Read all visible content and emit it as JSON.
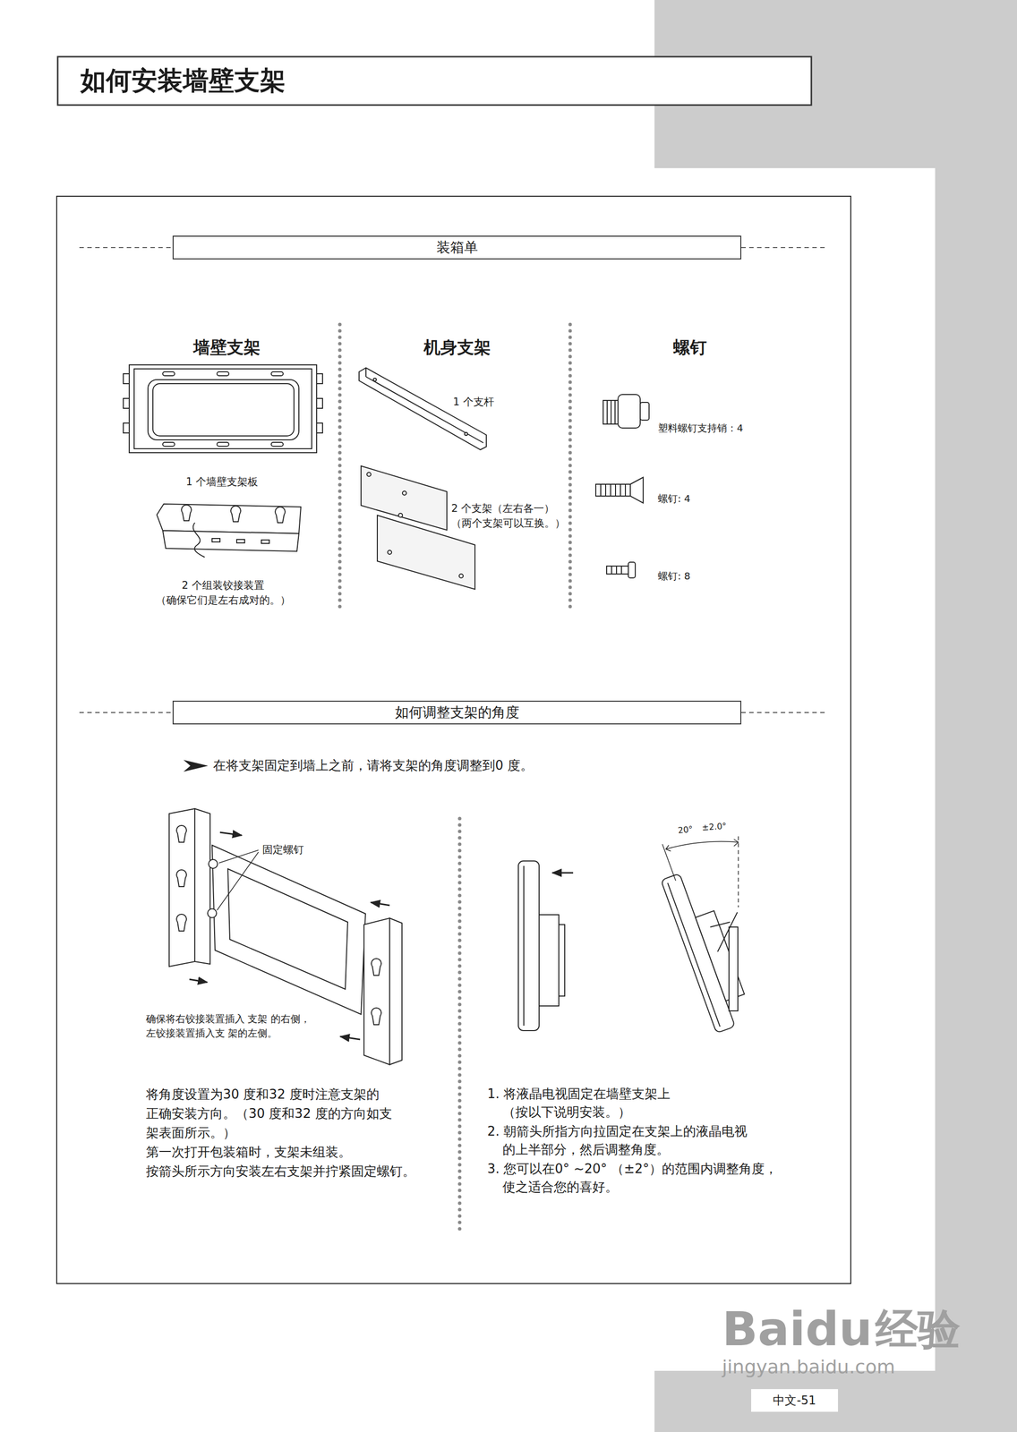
{
  "diagram": {
    "title": "如何安装墙壁支架",
    "nodes": [
      {
        "text": [
          "装箱单"
        ]
      },
      {
        "text": [
          "如何调整支架的角度"
        ]
      },
      {
        "text": [
          "中文-51"
        ]
      }
    ],
    "labels": [
      "墙壁支架",
      "机身支架",
      "螺钉",
      "1 个墙壁支架板",
      "2 个组装铰接装置 （确保它们是左右成对的。）",
      "1 个支杆",
      "2 个支架（左右各一） （两个支架可以互换。）",
      "塑料螺钉支持销：4",
      "螺钉: 4",
      "螺钉: 8",
      "在将支架固定到墙上之前，请将支架的角度调整到0 度。",
      "固定螺钉",
      "确保将右铰接装置插入 支架 的右侧，左铰接装置插入支 架的左侧。",
      "将角度设置为30 度和32 度时注意支架的 正确安装方向。（30 度和32 度的方向如支 架表面所示。）",
      "第一次打开包装箱时，支架未组装。",
      "按箭头所示方向安装左右支架并拧紧固定螺钉。",
      "1. 将液晶电视固定在墙壁支架上 （按以下说明安装。）",
      "2. 朝箭头所指方向拉固定在支架上的液晶电视 的上半部分，然后调整角度。",
      "3. 您可以在0° ~20° （±2°）的范围内调整角度， 使之适合您的喜好。",
      "20°",
      "±2.0°",
      "Baidu",
      "经验",
      "jingyan.baidu.com"
    ]
  }
}
